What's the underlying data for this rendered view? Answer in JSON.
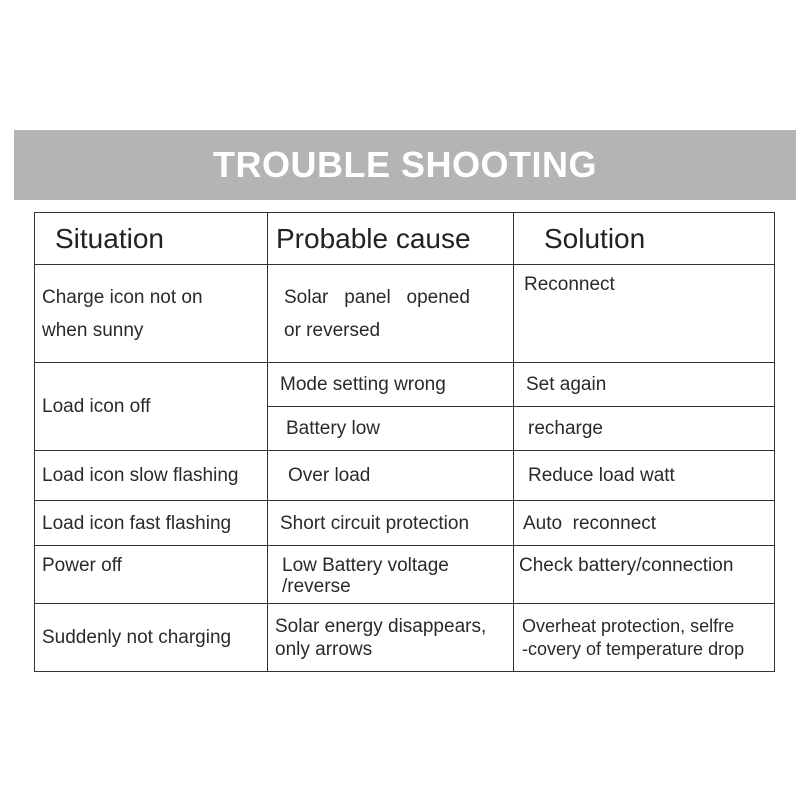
{
  "title": "TROUBLE SHOOTING",
  "headers": [
    "Situation",
    "Probable cause",
    "Solution"
  ],
  "rows": {
    "r1": {
      "situation": [
        "Charge icon not on",
        "when  sunny"
      ],
      "cause": [
        "Solar   panel   opened",
        "or reversed"
      ],
      "solution": "Reconnect"
    },
    "r2": {
      "situation": "Load icon off",
      "cause_a": "Mode setting wrong",
      "solution_a": "Set again",
      "cause_b": "Battery low",
      "solution_b": "recharge"
    },
    "r3": {
      "situation": "Load icon slow flashing",
      "cause": "Over load",
      "solution": "Reduce load watt"
    },
    "r4": {
      "situation": "Load icon fast flashing",
      "cause": "Short circuit protection",
      "solution": "Auto  reconnect"
    },
    "r5": {
      "situation": "Power off",
      "cause": [
        "Low Battery voltage",
        "/reverse"
      ],
      "solution": "Check battery/connection"
    },
    "r6": {
      "situation": "Suddenly not charging",
      "cause": [
        "Solar energy disappears,",
        "only arrows"
      ],
      "solution": [
        "Overheat protection, selfre",
        "-covery of temperature drop"
      ]
    }
  }
}
